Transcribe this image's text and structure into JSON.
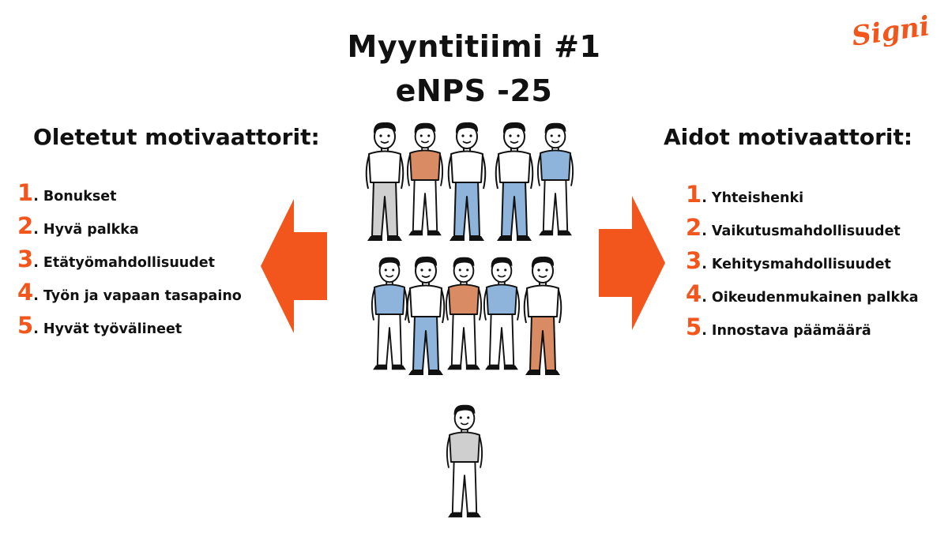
{
  "title_line1": "Myyntitiimi #1",
  "title_line2": "eNPS -25",
  "left": {
    "heading": "Oletetut motivaattorit:",
    "items": [
      {
        "num": "1",
        "text": ". Bonukset"
      },
      {
        "num": "2",
        "text": ". Hyvä palkka"
      },
      {
        "num": "3",
        "text": ". Etätyömahdollisuudet"
      },
      {
        "num": "4",
        "text": ". Työn ja vapaan tasapaino"
      },
      {
        "num": "5",
        "text": ". Hyvät työvälineet"
      }
    ]
  },
  "right": {
    "heading": "Aidot motivaattorit:",
    "items": [
      {
        "num": "1",
        "text": ". Yhteishenki"
      },
      {
        "num": "2",
        "text": ". Vaikutusmahdollisuudet"
      },
      {
        "num": "3",
        "text": ". Kehitysmahdollisuudet"
      },
      {
        "num": "4",
        "text": ". Oikeudenmukainen palkka"
      },
      {
        "num": "5",
        "text": ". Innostava päämäärä"
      }
    ]
  },
  "logo": "Signi",
  "colors": {
    "accent": "#f2561d",
    "blue": "#8fb4dc",
    "terracotta": "#d98b63",
    "gray": "#cfcfcf"
  }
}
